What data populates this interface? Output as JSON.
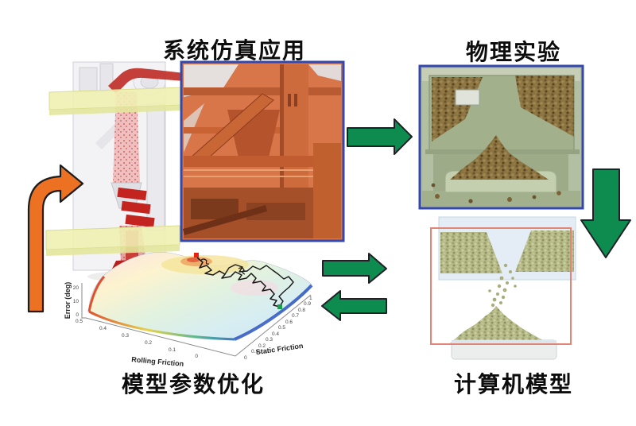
{
  "titles": {
    "simulation": "系统仿真应用",
    "experiment": "物理实验",
    "optimization": "模型参数优化",
    "computer_model": "计算机模型"
  },
  "surface_plot": {
    "zlabel": "Error (deg)",
    "xlabel": "Rolling Friction",
    "ylabel": "Static Friction",
    "z_ticks": [
      "20",
      "10",
      "0"
    ],
    "rolling_ticks": [
      "0.5",
      "0.4",
      "0.3",
      "0.2",
      "0.1",
      "0"
    ],
    "static_ticks": [
      "0",
      "0.1",
      "0.2",
      "0.3",
      "0.4",
      "0.5",
      "0.6",
      "0.7",
      "0.8",
      "0.9",
      "1"
    ]
  },
  "icons": {
    "input_arrow": "curved-arrow-up-right",
    "flow_arrow_top": "arrow-right",
    "flow_arrow_side": "arrow-down",
    "exchange_arrow_forward": "arrow-right",
    "exchange_arrow_back": "arrow-left"
  },
  "colors": {
    "arrow_green": "#0e8c4f",
    "arrow_orange": "#ec7123",
    "photo_border_blue": "#3347ad",
    "model_border_red": "#e08678",
    "trajectory_black": "#161616",
    "marker_start_red": "#e82010",
    "marker_end_green": "#18a048",
    "granule_brown": "#8b7440",
    "particle_olive": "#b7bb8a"
  },
  "chart_data": {
    "type": "surface",
    "title": "",
    "xlabel": "Rolling Friction",
    "ylabel": "Static Friction",
    "zlabel": "Error (deg)",
    "xlim": [
      0,
      0.5
    ],
    "ylim": [
      0,
      1
    ],
    "zlim": [
      0,
      20
    ],
    "x_ticks": [
      0.5,
      0.4,
      0.3,
      0.2,
      0.1,
      0
    ],
    "y_ticks": [
      0,
      0.1,
      0.2,
      0.3,
      0.4,
      0.5,
      0.6,
      0.7,
      0.8,
      0.9,
      1
    ],
    "z_ticks": [
      0,
      10,
      20
    ],
    "legend": [],
    "annotations": [
      "black optimization trajectory wandering over the error surface",
      "red square marker at trajectory start (high-error region)",
      "green square marker at trajectory end (low-error region near Static Friction axis)"
    ]
  }
}
